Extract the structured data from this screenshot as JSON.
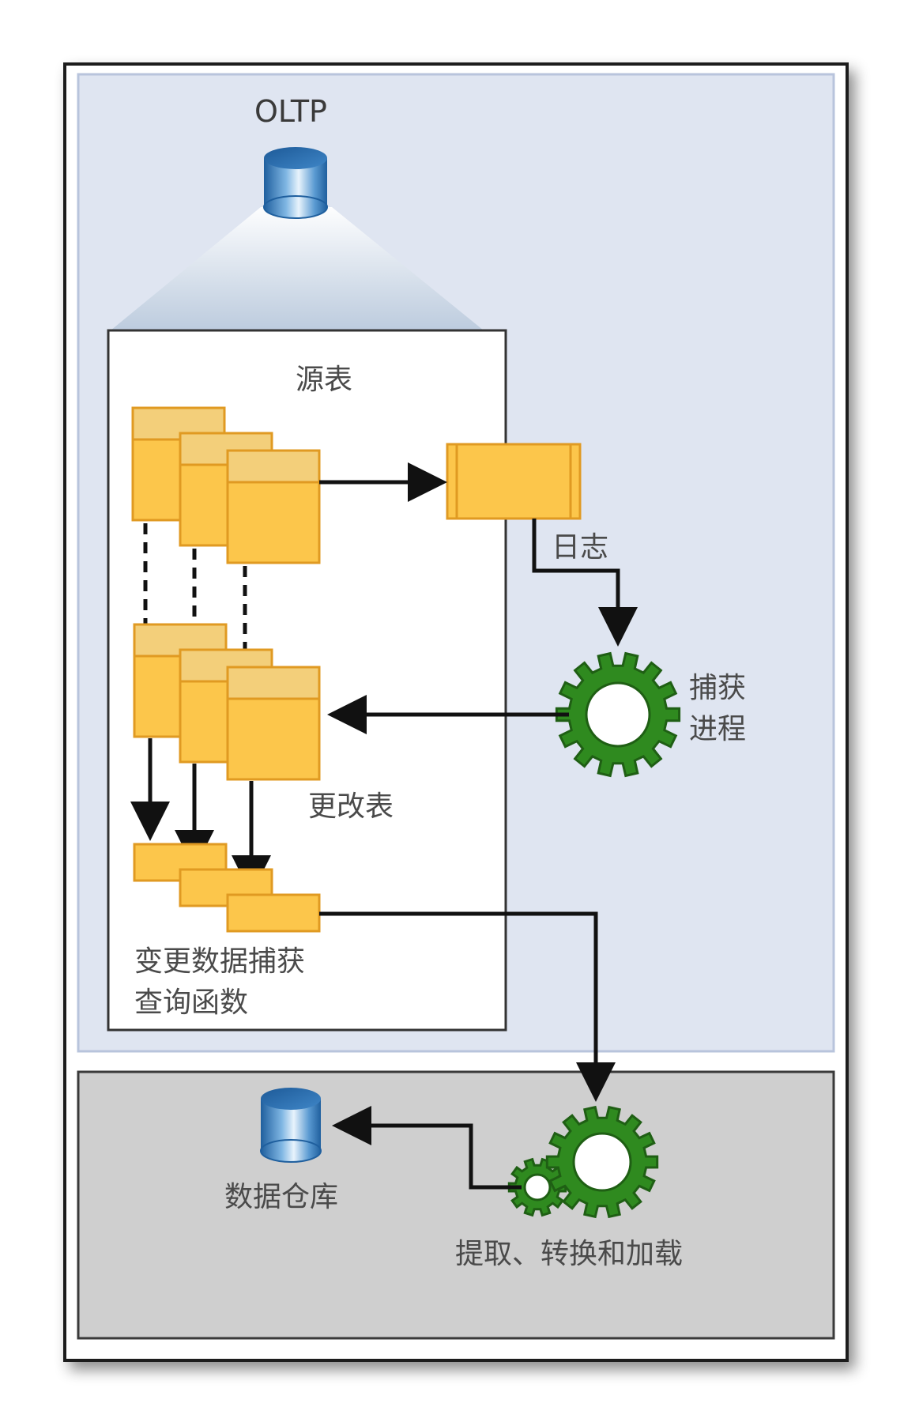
{
  "labels": {
    "oltp": "OLTP",
    "source_table": "源表",
    "log": "日志",
    "capture_process_line1": "捕获",
    "capture_process_line2": "进程",
    "change_table": "更改表",
    "cdc_query_line1": "变更数据捕获",
    "cdc_query_line2": "查询函数",
    "data_warehouse": "数据仓库",
    "etl": "提取、转换和加载"
  },
  "colors": {
    "outer_frame": "#1a1a1a",
    "oltp_region": "#dfe5f1",
    "oltp_region_border": "#b8c4dc",
    "warehouse_region": "#cfcfcf",
    "table_fill": "#fcc64b",
    "table_header": "#f3cf7a",
    "table_border": "#e09a22",
    "gear_green": "#2f8a1f",
    "gear_dark": "#1f5f14",
    "db_blue": "#2c6fae",
    "arrow": "#111111"
  },
  "icons": {
    "oltp_database": "database-cylinder-icon",
    "warehouse_database": "database-cylinder-icon",
    "capture_gear": "gear-icon",
    "etl_gears": "gears-icon"
  }
}
